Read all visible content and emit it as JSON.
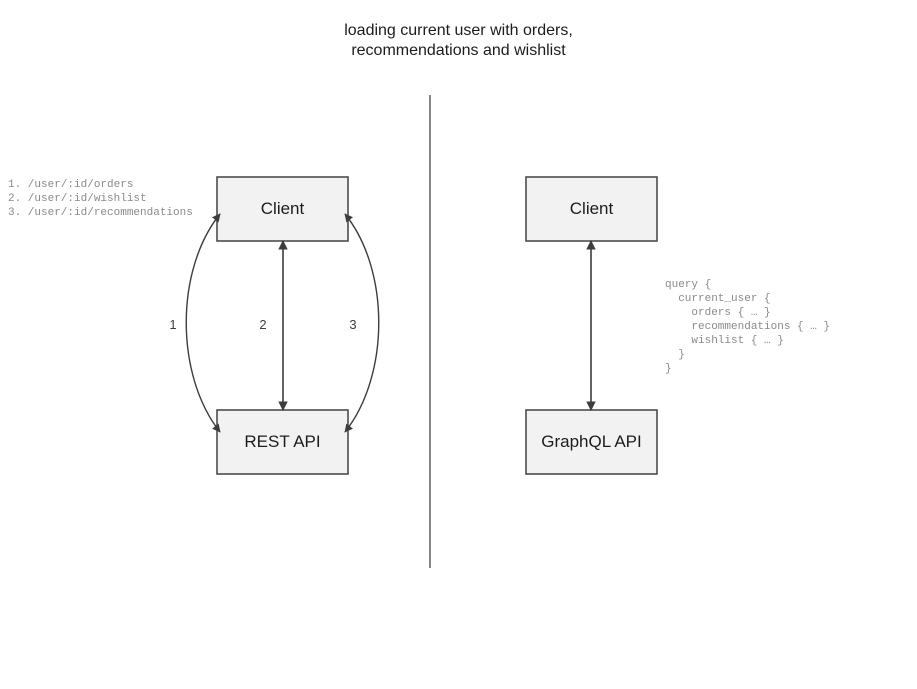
{
  "title": "loading current user with orders,\nrecommendations and wishlist",
  "left_panel": {
    "endpoints": "1. /user/:id/orders\n2. /user/:id/wishlist\n3. /user/:id/recommendations",
    "nodes": {
      "client": "Client",
      "api": "REST API"
    },
    "edge_labels": {
      "one": "1",
      "two": "2",
      "three": "3"
    }
  },
  "right_panel": {
    "query": "query {\n  current_user {\n    orders { … }\n    recommendations { … }\n    wishlist { … }\n  }\n}",
    "nodes": {
      "client": "Client",
      "api": "GraphQL API"
    }
  },
  "colors": {
    "node_fill": "#f2f2f2",
    "node_stroke": "#4d4d4d",
    "edge_stroke": "#3d3d3d",
    "divider": "#6b6b6b",
    "code_text": "#8a8a8a",
    "title_text": "#1c1c1c"
  }
}
